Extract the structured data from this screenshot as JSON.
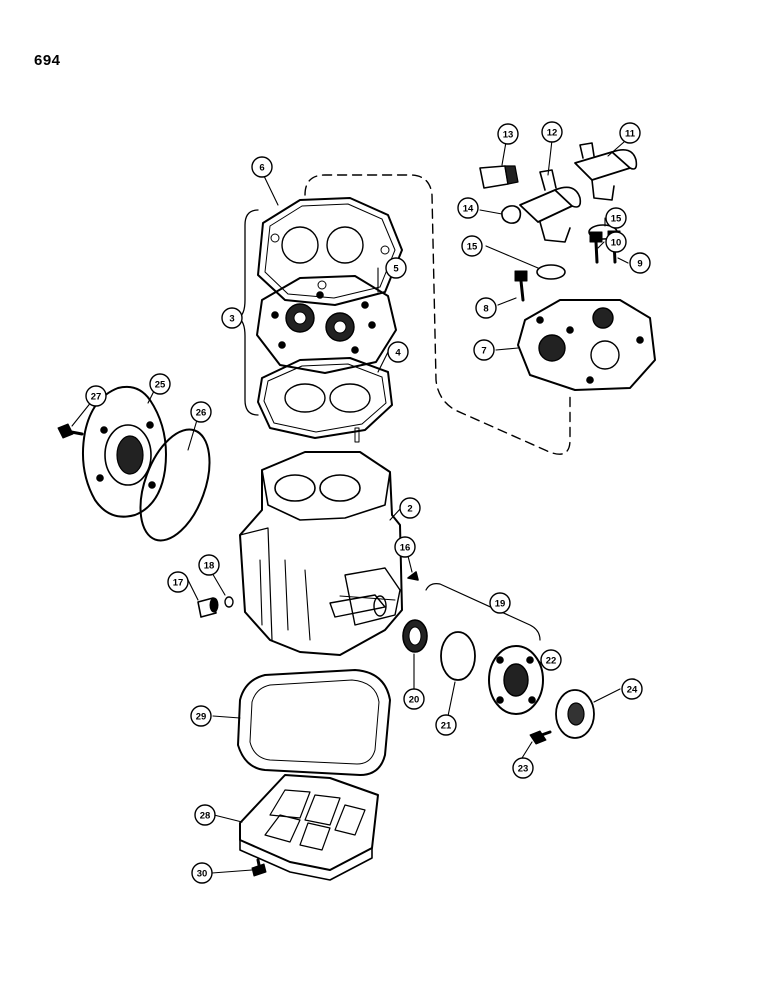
{
  "page": {
    "number": "694"
  },
  "callouts": [
    {
      "id": "c-2",
      "label": "2"
    },
    {
      "id": "c-3",
      "label": "3"
    },
    {
      "id": "c-4",
      "label": "4"
    },
    {
      "id": "c-5",
      "label": "5"
    },
    {
      "id": "c-6",
      "label": "6"
    },
    {
      "id": "c-7",
      "label": "7"
    },
    {
      "id": "c-8",
      "label": "8"
    },
    {
      "id": "c-9",
      "label": "9"
    },
    {
      "id": "c-10",
      "label": "10"
    },
    {
      "id": "c-11",
      "label": "11"
    },
    {
      "id": "c-12",
      "label": "12"
    },
    {
      "id": "c-13",
      "label": "13"
    },
    {
      "id": "c-14",
      "label": "14"
    },
    {
      "id": "c-15a",
      "label": "15"
    },
    {
      "id": "c-15b",
      "label": "15"
    },
    {
      "id": "c-16",
      "label": "16"
    },
    {
      "id": "c-17",
      "label": "17"
    },
    {
      "id": "c-18",
      "label": "18"
    },
    {
      "id": "c-19",
      "label": "19"
    },
    {
      "id": "c-20",
      "label": "20"
    },
    {
      "id": "c-21",
      "label": "21"
    },
    {
      "id": "c-22",
      "label": "22"
    },
    {
      "id": "c-23",
      "label": "23"
    },
    {
      "id": "c-24",
      "label": "24"
    },
    {
      "id": "c-25",
      "label": "25"
    },
    {
      "id": "c-26",
      "label": "26"
    },
    {
      "id": "c-27",
      "label": "27"
    },
    {
      "id": "c-28",
      "label": "28"
    },
    {
      "id": "c-29",
      "label": "29"
    },
    {
      "id": "c-30",
      "label": "30"
    }
  ]
}
